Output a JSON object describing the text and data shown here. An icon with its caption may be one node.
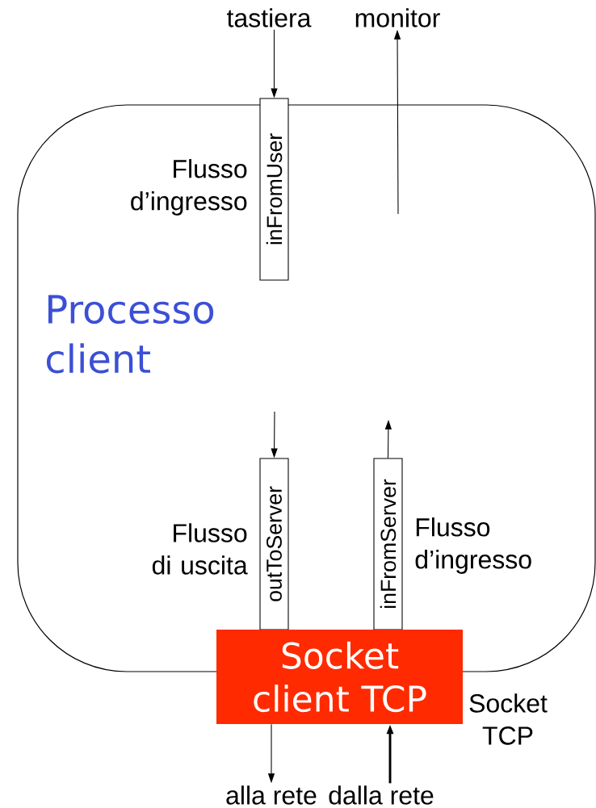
{
  "diagram": {
    "nodes": [
      {
        "text": [
          "Processo client"
        ]
      },
      {
        "text": [
          "tastiera"
        ]
      },
      {
        "text": [
          "monitor"
        ]
      },
      {
        "text": [
          "inFromUser"
        ],
        "beside": [
          "Flusso d’ingresso"
        ],
        "in": 0
      },
      {
        "text": [
          "outToServer"
        ],
        "beside": [
          "Flusso di uscita"
        ],
        "in": 0
      },
      {
        "text": [
          "inFromServer"
        ],
        "beside": [
          "Flusso d’ingresso"
        ],
        "in": 0
      },
      {
        "text": [
          "Socket client TCP"
        ],
        "beside": [
          "Socket TCP"
        ]
      },
      {
        "text": [
          "alla rete"
        ]
      },
      {
        "text": [
          "dalla rete"
        ]
      }
    ],
    "edges": [
      {
        "from": 1,
        "to": 3,
        "arrow": "to"
      },
      {
        "from": null,
        "to": 2,
        "arrow": "to"
      },
      {
        "from": null,
        "to": 4,
        "arrow": "to"
      },
      {
        "from": 5,
        "to": null,
        "arrow": "to"
      },
      {
        "from": 6,
        "to": 7,
        "arrow": "to"
      },
      {
        "from": 8,
        "to": 6,
        "arrow": "to",
        "style": "thick"
      }
    ]
  }
}
